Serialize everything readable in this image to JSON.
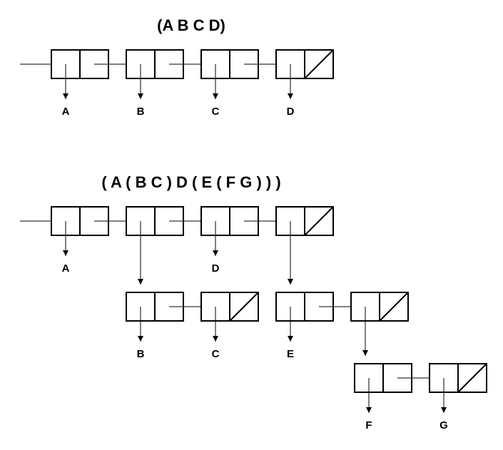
{
  "diagram1": {
    "title": "(A B C D)",
    "labels": {
      "a": "A",
      "b": "B",
      "c": "C",
      "d": "D"
    }
  },
  "diagram2": {
    "title": "( A ( B C ) D ( E ( F G ) ) )",
    "labels": {
      "a": "A",
      "d": "D",
      "b": "B",
      "c": "C",
      "e": "E",
      "f": "F",
      "g": "G"
    }
  }
}
